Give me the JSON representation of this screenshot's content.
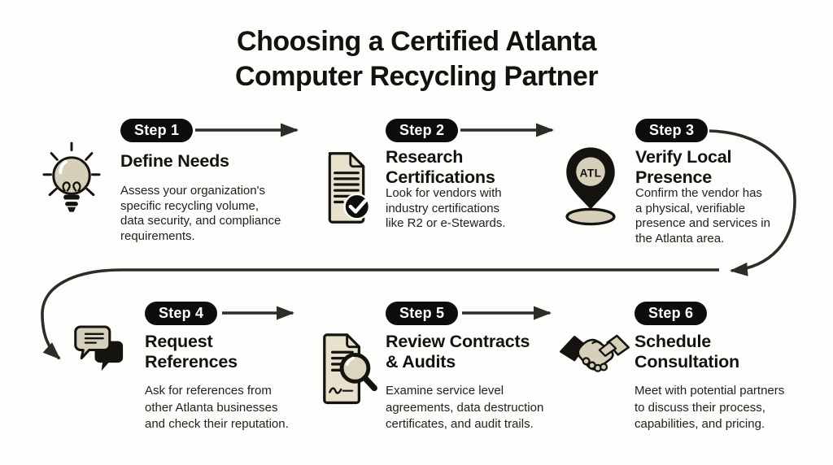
{
  "title": {
    "line1": "Choosing a Certified Atlanta",
    "line2": "Computer Recycling Partner"
  },
  "steps": [
    {
      "badge": "Step 1",
      "icon": "lightbulb-icon",
      "heading_lines": [
        "Define Needs"
      ],
      "description": "Assess your organization's specific recycling volume, data security, and compliance requirements.",
      "description_lines": [
        "Assess your organization's",
        "specific recycling volume,",
        "data security, and compliance",
        "requirements."
      ]
    },
    {
      "badge": "Step 2",
      "icon": "document-check-icon",
      "heading_lines": [
        "Research",
        "Certifications"
      ],
      "description": "Look for vendors with industry certifications like R2 or e-Stewards.",
      "description_lines": [
        "Look for vendors with",
        "industry certifications",
        "like R2 or e-Stewards."
      ]
    },
    {
      "badge": "Step 3",
      "icon": "map-pin-icon",
      "pin_label": "ATL",
      "heading_lines": [
        "Verify Local",
        "Presence"
      ],
      "description": "Confirm the vendor has a physical, verifiable presence and services in the Atlanta area.",
      "description_lines": [
        "Confirm the vendor has",
        "a physical, verifiable",
        "presence and services in",
        "the Atlanta area."
      ]
    },
    {
      "badge": "Step 4",
      "icon": "speech-bubbles-icon",
      "heading_lines": [
        "Request",
        "References"
      ],
      "description": "Ask for references from other Atlanta businesses and check their reputation.",
      "description_lines": [
        "Ask for references from",
        "other Atlanta businesses",
        "and check their reputation."
      ]
    },
    {
      "badge": "Step 5",
      "icon": "document-magnifier-icon",
      "heading_lines": [
        "Review Contracts",
        "& Audits"
      ],
      "description": "Examine service level agreements, data destruction certificates, and audit trails.",
      "description_lines": [
        "Examine service level",
        "agreements, data destruction",
        "certificates, and audit trails."
      ]
    },
    {
      "badge": "Step 6",
      "icon": "handshake-icon",
      "heading_lines": [
        "Schedule",
        "Consultation"
      ],
      "description": "Meet with potential partners to discuss their process, capabilities, and pricing.",
      "description_lines": [
        "Meet with potential partners",
        "to discuss their process,",
        "capabilities, and pricing."
      ]
    }
  ],
  "colors": {
    "background": "#fdfdfb",
    "ink": "#14130f",
    "badge_black": "#0e0d0b",
    "arrow": "#2e2c28",
    "beige": "#d6cfba",
    "paper_beige": "#e7e1cd",
    "white": "#ffffff"
  }
}
